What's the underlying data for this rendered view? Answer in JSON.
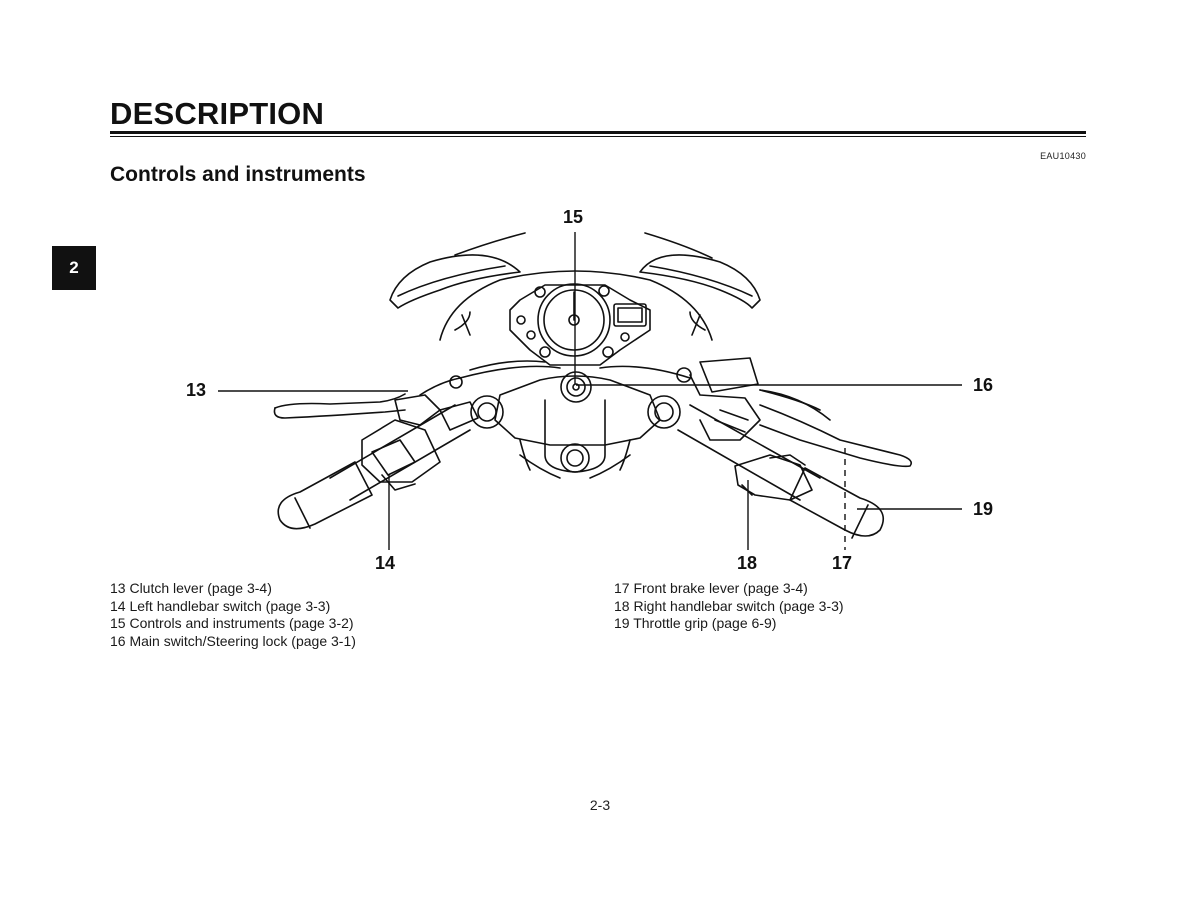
{
  "header": {
    "title": "DESCRIPTION",
    "doc_code": "EAU10430"
  },
  "chapter_tab": "2",
  "section": {
    "title": "Controls and instruments"
  },
  "figure": {
    "callouts": [
      "13",
      "14",
      "15",
      "16",
      "17",
      "18",
      "19"
    ]
  },
  "legend": {
    "left": [
      "13 Clutch lever (page 3-4)",
      "14 Left handlebar switch (page 3-3)",
      "15 Controls and instruments (page 3-2)",
      "16 Main switch/Steering lock (page 3-1)"
    ],
    "right": [
      "17 Front brake lever (page 3-4)",
      "18 Right handlebar switch (page 3-3)",
      "19 Throttle grip (page 6-9)"
    ]
  },
  "footer": {
    "page_number": "2-3"
  }
}
